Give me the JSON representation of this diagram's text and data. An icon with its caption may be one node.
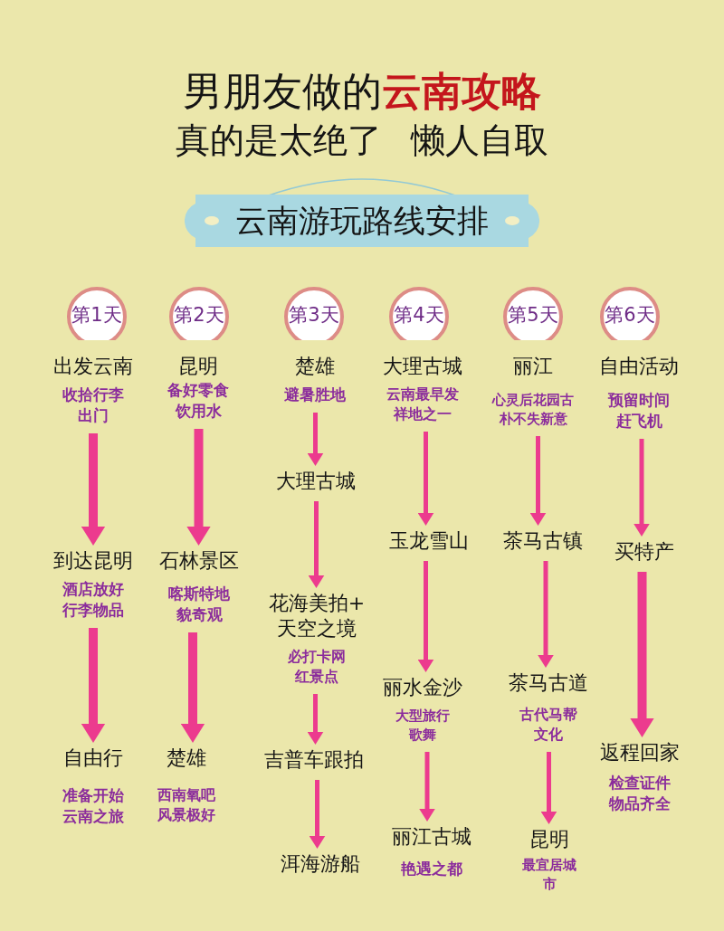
{
  "diagram": {
    "title": "男朋友做的**云南攻略**",
    "nodes": [
      {
        "text": [
          "云南游玩路线安排"
        ]
      },
      {
        "text": [
          "第1天"
        ]
      },
      {
        "text": [
          "第2天"
        ]
      },
      {
        "text": [
          "第3天"
        ]
      },
      {
        "text": [
          "第4天"
        ]
      },
      {
        "text": [
          "第5天"
        ]
      },
      {
        "text": [
          "第6天"
        ]
      },
      {
        "text": [
          "出发云南",
          "收拾行李出门"
        ]
      },
      {
        "text": [
          "到达昆明",
          "酒店放好行李物品"
        ]
      },
      {
        "text": [
          "自由行",
          "准备开始云南之旅"
        ]
      },
      {
        "text": [
          "昆明",
          "备好零食饮用水"
        ]
      },
      {
        "text": [
          "石林景区",
          "喀斯特地貌奇观"
        ]
      },
      {
        "text": [
          "楚雄",
          "西南氧吧风景极好"
        ]
      },
      {
        "text": [
          "楚雄",
          "避暑胜地"
        ]
      },
      {
        "text": [
          "大理古城"
        ]
      },
      {
        "text": [
          "花海美拍+天空之境",
          "必打卡网红景点"
        ]
      },
      {
        "text": [
          "吉普车跟拍"
        ]
      },
      {
        "text": [
          "洱海游船"
        ]
      },
      {
        "text": [
          "大理古城",
          "云南最早发祥地之一"
        ]
      },
      {
        "text": [
          "玉龙雪山"
        ]
      },
      {
        "text": [
          "丽水金沙",
          "大型旅行歌舞"
        ]
      },
      {
        "text": [
          "丽江古城",
          "艳遇之都"
        ]
      },
      {
        "text": [
          "丽江",
          "心灵后花园古朴不失新意"
        ]
      },
      {
        "text": [
          "茶马古镇"
        ]
      },
      {
        "text": [
          "茶马古道",
          "古代马帮文化"
        ]
      },
      {
        "text": [
          "昆明",
          "最宜居城市"
        ]
      },
      {
        "text": [
          "自由活动",
          "预留时间赶飞机"
        ]
      },
      {
        "text": [
          "买特产"
        ]
      },
      {
        "text": [
          "返程回家",
          "检查证件物品齐全"
        ]
      }
    ],
    "edges": [
      {
        "from": 7,
        "to": 8,
        "arrow": "to",
        "style": "thick"
      },
      {
        "from": 8,
        "to": 9,
        "arrow": "to",
        "style": "thick"
      },
      {
        "from": 10,
        "to": 11,
        "arrow": "to",
        "style": "thick"
      },
      {
        "from": 11,
        "to": 12,
        "arrow": "to",
        "style": "thick"
      },
      {
        "from": 13,
        "to": 14,
        "arrow": "to"
      },
      {
        "from": 14,
        "to": 15,
        "arrow": "to"
      },
      {
        "from": 15,
        "to": 16,
        "arrow": "to"
      },
      {
        "from": 16,
        "to": 17,
        "arrow": "to"
      },
      {
        "from": 18,
        "to": 19,
        "arrow": "to"
      },
      {
        "from": 19,
        "to": 20,
        "arrow": "to"
      },
      {
        "from": 20,
        "to": 21,
        "arrow": "to"
      },
      {
        "from": 22,
        "to": 23,
        "arrow": "to"
      },
      {
        "from": 23,
        "to": 24,
        "arrow": "to"
      },
      {
        "from": 24,
        "to": 25,
        "arrow": "to"
      },
      {
        "from": 26,
        "to": 27,
        "arrow": "to"
      },
      {
        "from": 27,
        "to": 28,
        "arrow": "to",
        "style": "thick"
      }
    ],
    "labels": [
      "真的是太绝了 懒人自取"
    ]
  }
}
